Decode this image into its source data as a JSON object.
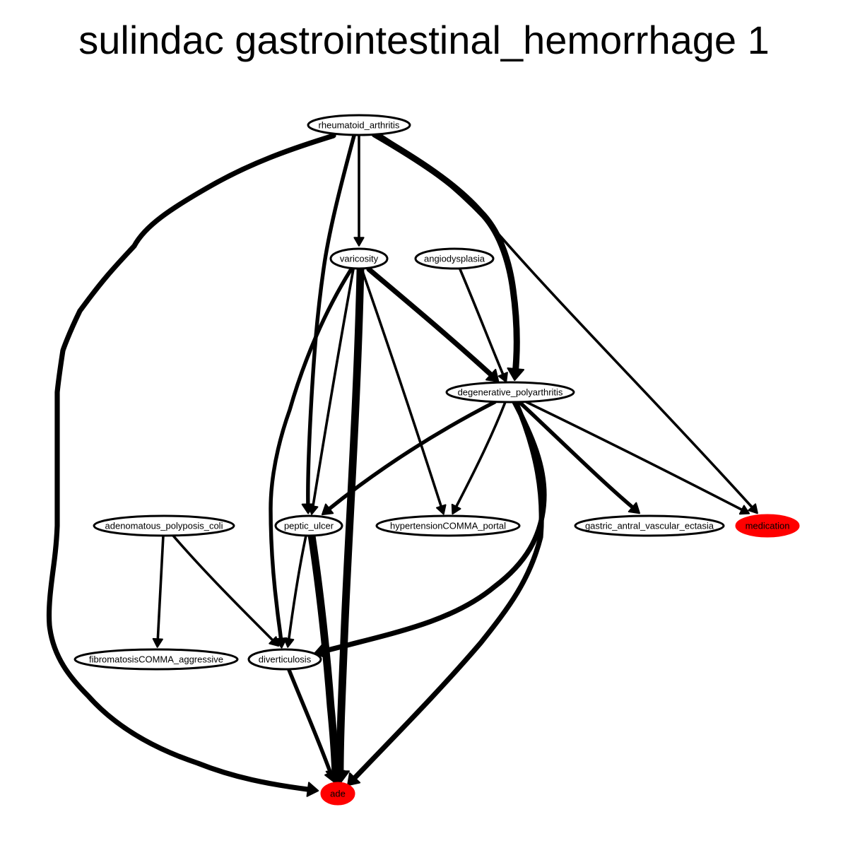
{
  "title": "sulindac gastrointestinal_hemorrhage 1",
  "colors": {
    "highlight": "#ff0000",
    "stroke": "#000000",
    "background": "#ffffff"
  },
  "nodes": [
    {
      "id": "rheumatoid_arthritis",
      "label": "rheumatoid_arthritis",
      "highlight": false
    },
    {
      "id": "varicosity",
      "label": "varicosity",
      "highlight": false
    },
    {
      "id": "angiodysplasia",
      "label": "angiodysplasia",
      "highlight": false
    },
    {
      "id": "degenerative_polyarthritis",
      "label": "degenerative_polyarthritis",
      "highlight": false
    },
    {
      "id": "adenomatous_polyposis_coli",
      "label": "adenomatous_polyposis_coli",
      "highlight": false
    },
    {
      "id": "peptic_ulcer",
      "label": "peptic_ulcer",
      "highlight": false
    },
    {
      "id": "hypertensionCOMMA_portal",
      "label": "hypertensionCOMMA_portal",
      "highlight": false
    },
    {
      "id": "gastric_antral_vascular_ectasia",
      "label": "gastric_antral_vascular_ectasia",
      "highlight": false
    },
    {
      "id": "medication",
      "label": "medication",
      "highlight": true
    },
    {
      "id": "fibromatosisCOMMA_aggressive",
      "label": "fibromatosisCOMMA_aggressive",
      "highlight": false
    },
    {
      "id": "diverticulosis",
      "label": "diverticulosis",
      "highlight": false
    },
    {
      "id": "ade",
      "label": "ade",
      "highlight": true
    }
  ],
  "edges": [
    {
      "from": "rheumatoid_arthritis",
      "to": "ade",
      "weight": 3
    },
    {
      "from": "rheumatoid_arthritis",
      "to": "varicosity",
      "weight": 1
    },
    {
      "from": "rheumatoid_arthritis",
      "to": "peptic_ulcer",
      "weight": 2
    },
    {
      "from": "rheumatoid_arthritis",
      "to": "degenerative_polyarthritis",
      "weight": 4
    },
    {
      "from": "rheumatoid_arthritis",
      "to": "medication",
      "weight": 1
    },
    {
      "from": "varicosity",
      "to": "ade",
      "weight": 5
    },
    {
      "from": "varicosity",
      "to": "degenerative_polyarthritis",
      "weight": 3
    },
    {
      "from": "varicosity",
      "to": "peptic_ulcer",
      "weight": 1
    },
    {
      "from": "varicosity",
      "to": "diverticulosis",
      "weight": 2
    },
    {
      "from": "varicosity",
      "to": "hypertensionCOMMA_portal",
      "weight": 1
    },
    {
      "from": "angiodysplasia",
      "to": "degenerative_polyarthritis",
      "weight": 1
    },
    {
      "from": "degenerative_polyarthritis",
      "to": "peptic_ulcer",
      "weight": 2
    },
    {
      "from": "degenerative_polyarthritis",
      "to": "hypertensionCOMMA_portal",
      "weight": 1
    },
    {
      "from": "degenerative_polyarthritis",
      "to": "gastric_antral_vascular_ectasia",
      "weight": 2
    },
    {
      "from": "degenerative_polyarthritis",
      "to": "medication",
      "weight": 1
    },
    {
      "from": "degenerative_polyarthritis",
      "to": "diverticulosis",
      "weight": 3
    },
    {
      "from": "degenerative_polyarthritis",
      "to": "ade",
      "weight": 3
    },
    {
      "from": "adenomatous_polyposis_coli",
      "to": "fibromatosisCOMMA_aggressive",
      "weight": 1
    },
    {
      "from": "adenomatous_polyposis_coli",
      "to": "diverticulosis",
      "weight": 1
    },
    {
      "from": "peptic_ulcer",
      "to": "diverticulosis",
      "weight": 1
    },
    {
      "from": "peptic_ulcer",
      "to": "ade",
      "weight": 5
    },
    {
      "from": "diverticulosis",
      "to": "ade",
      "weight": 2
    }
  ]
}
